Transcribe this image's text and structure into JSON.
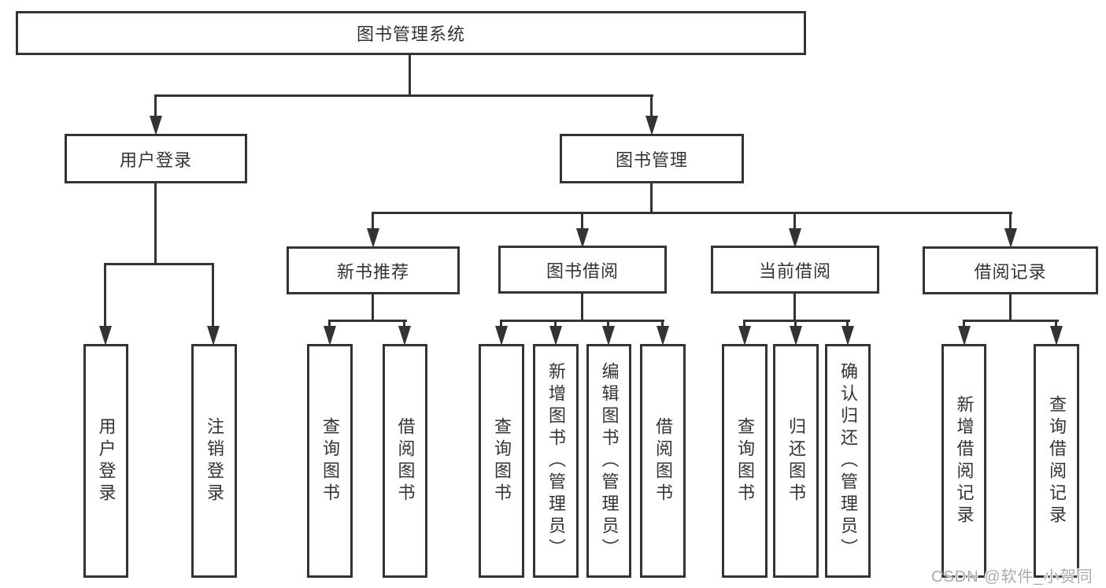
{
  "diagram": {
    "root": {
      "label": "图书管理系统"
    },
    "branches": [
      {
        "label": "用户登录",
        "children": [
          {
            "label": "用户登录"
          },
          {
            "label": "注销登录"
          }
        ]
      },
      {
        "label": "图书管理",
        "children": [
          {
            "label": "新书推荐",
            "children": [
              {
                "label": "查询图书"
              },
              {
                "label": "借阅图书"
              }
            ]
          },
          {
            "label": "图书借阅",
            "children": [
              {
                "label": "查询图书"
              },
              {
                "label": "新增图书（管理员）"
              },
              {
                "label": "编辑图书（管理员）"
              },
              {
                "label": "借阅图书"
              }
            ]
          },
          {
            "label": "当前借阅",
            "children": [
              {
                "label": "查询图书"
              },
              {
                "label": "归还图书"
              },
              {
                "label": "确认归还（管理员）"
              }
            ]
          },
          {
            "label": "借阅记录",
            "children": [
              {
                "label": "新增借阅记录"
              },
              {
                "label": "查询借阅记录"
              }
            ]
          }
        ]
      }
    ]
  },
  "watermark": {
    "text": "CSDN @软件_小贺同学"
  },
  "colors": {
    "line": "#333333",
    "text": "#333333",
    "background": "#ffffff",
    "watermark": "#ababab"
  }
}
